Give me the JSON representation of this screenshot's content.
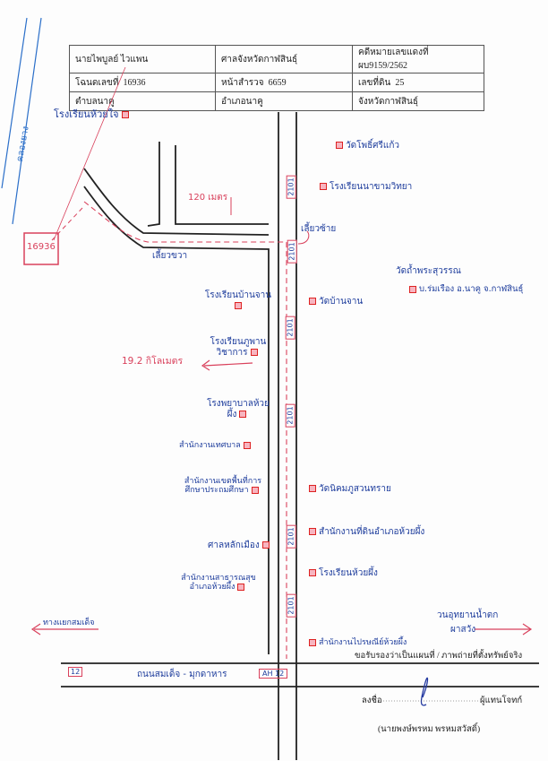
{
  "header": {
    "row1": [
      "นายไพบูลย์ ไวแพน",
      "ศาลจังหวัดกาฬสินธุ์",
      "คดีหมายเลขแดงที่ ผบ9159/2562"
    ],
    "row2_deed_label": "โฉนดเลขที่",
    "row2_deed_no": "16936",
    "row2_survey_label": "หน้าสำรวจ",
    "row2_survey_no": "6659",
    "row2_land_label": "เลขที่ดิน",
    "row2_land_no": "25",
    "row3": [
      "ตำบลนาคู",
      "อำเภอนาคู",
      "จังหวัดกาฬสินธุ์"
    ]
  },
  "map": {
    "parcel_label": "16936",
    "canal_label": "คลองยาง",
    "school_top_left": "โรงเรียนห้วยใจ",
    "distance_1": "120 เมตร",
    "distance_2": "19.2 กิโลเมตร",
    "turn_left": "เลี้ยวซ้าย",
    "turn_right": "เลี้ยวขวา",
    "road_number": "2101",
    "highway_badge": "12",
    "highway_name": "ถนนสมเด็จ - มุกดาหาร",
    "highway_ah": "AH 12",
    "left_arrow_label": "ทางแยกสมเด็จ",
    "right_arrow_label_1": "วนอุทยานน้ำตก",
    "right_arrow_label_2": "ผาสวัง",
    "landmarks_right": [
      "วัดโพธิ์ศรีแก้ว",
      "โรงเรียนนาขามวิทยา",
      "วัดบ้านจาน",
      "วัดนิคมภูสวนทราย",
      "สำนักงานที่ดินอำเภอห้วยผึ้ง",
      "โรงเรียนห้วยผึ้ง",
      "สำนักงานไปรษณีย์ห้วยผึ้ง"
    ],
    "temple_right_title": "วัดถ้ำพระสุวรรณ",
    "temple_right_sub": "บ.ร่มเรือง อ.นาคู จ.กาฬสินธุ์",
    "landmarks_left": [
      "โรงเรียนบ้านจาน",
      "โรงเรียนภูพานวิชาการ",
      "โรงพยาบาลห้วยผึ้ง",
      "สำนักงานเทศบาล",
      "สำนักงานเขตพื้นที่การศึกษาประถมศึกษา",
      "ศาลหลักเมือง",
      "สำนักงานสาธารณสุขอำเภอห้วยผึ้ง"
    ]
  },
  "certify": {
    "line": "ขอรับรองว่าเป็นแผนที่ / ภาพถ่ายที่ตั้งทรัพย์จริง",
    "sign_label": "ลงชื่อ",
    "sign_role": "ผู้แทนโจทก์",
    "sign_name": "(นายพงษ์พรหม พรหมสวัสดิ์)"
  },
  "colors": {
    "ink_blue": "#1d3c9c",
    "ink_red": "#d9415c",
    "road": "#222222"
  }
}
